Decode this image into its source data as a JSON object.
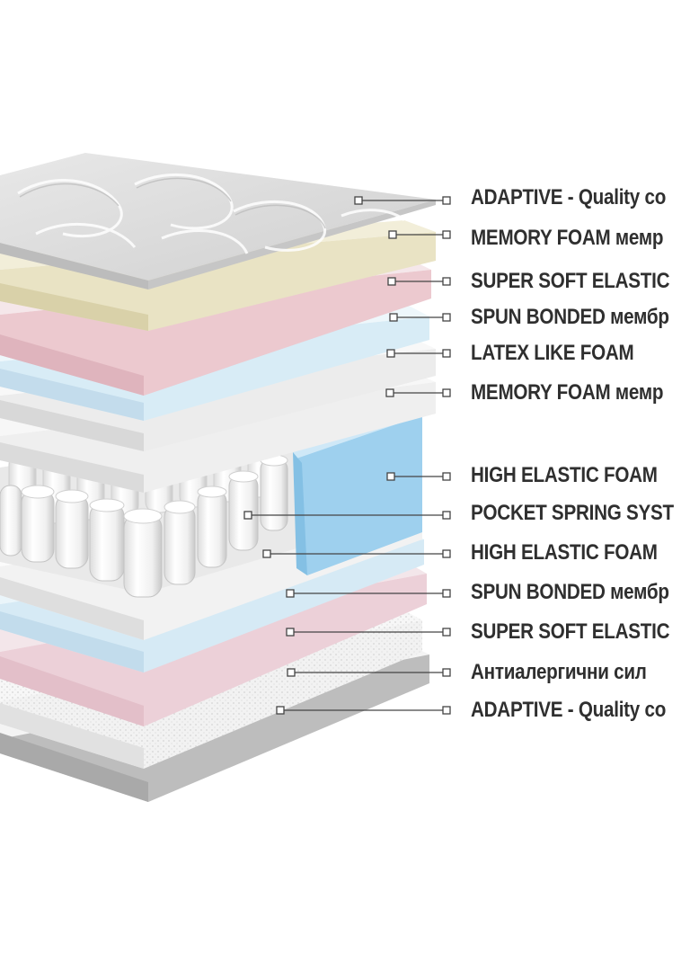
{
  "layers": [
    {
      "label": "ADAPTIVE - Quality co",
      "color": "#e6e6e6"
    },
    {
      "label": "MEMORY FOAM мемр",
      "color": "#e9e3c4"
    },
    {
      "label": "SUPER SOFT ELASTIC",
      "color": "#ecc9cf"
    },
    {
      "label": "SPUN BONDED мембр",
      "color": "#d8ecf6"
    },
    {
      "label": "LATEX LIKE FOAM",
      "color": "#ececec"
    },
    {
      "label": "MEMORY FOAM мемр",
      "color": "#f0f0f0"
    },
    {
      "label": "HIGH ELASTIC FOAM",
      "color": "#9ed0ee"
    },
    {
      "label": "POCKET SPRING SYST",
      "color": "#f4f4f4"
    },
    {
      "label": "HIGH ELASTIC FOAM",
      "color": "#f2f2f2"
    },
    {
      "label": "SPUN BONDED мембр",
      "color": "#d6eaf5"
    },
    {
      "label": "SUPER SOFT ELASTIC",
      "color": "#ecd0d8"
    },
    {
      "label": "Антиалергични сил",
      "color": "#eeeeee"
    },
    {
      "label": "ADAPTIVE - Quality co",
      "color": "#bdbdbd"
    }
  ]
}
